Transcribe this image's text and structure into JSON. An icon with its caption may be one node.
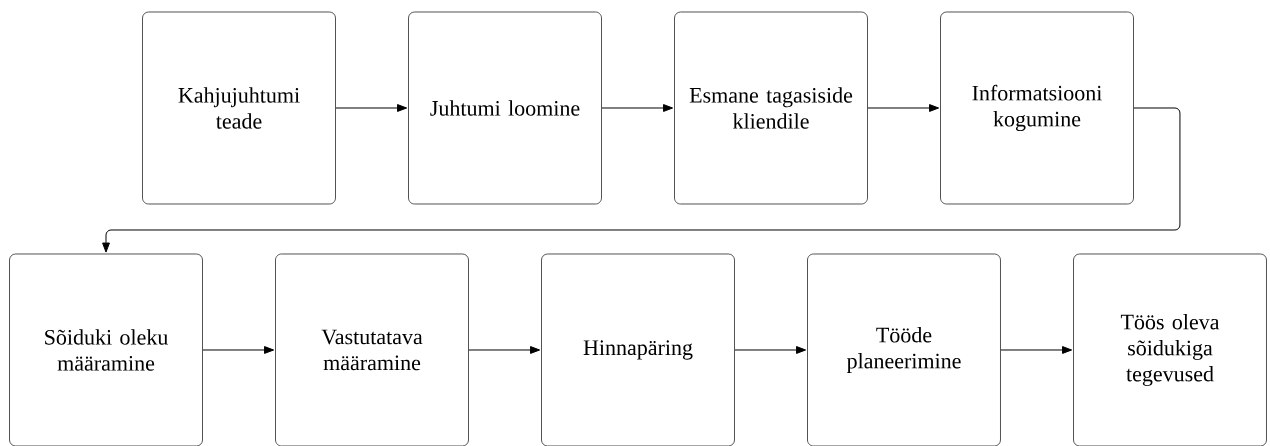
{
  "diagram": {
    "nodes": [
      {
        "text": [
          "Kahjujuhtumi teade"
        ]
      },
      {
        "text": [
          "Juhtumi loomine"
        ]
      },
      {
        "text": [
          "Esmane tagasiside kliendile"
        ]
      },
      {
        "text": [
          "Informatsiooni kogumine"
        ]
      },
      {
        "text": [
          "Sõiduki oleku määramine"
        ]
      },
      {
        "text": [
          "Vastutatava määramine"
        ]
      },
      {
        "text": [
          "Hinnapäring"
        ]
      },
      {
        "text": [
          "Tööde planeerimine"
        ]
      },
      {
        "text": [
          "Töös oleva sõidukiga tegevused"
        ]
      }
    ],
    "edges": [
      {
        "from": 0,
        "to": 1,
        "arrow": "to"
      },
      {
        "from": 1,
        "to": 2,
        "arrow": "to"
      },
      {
        "from": 2,
        "to": 3,
        "arrow": "to"
      },
      {
        "from": 3,
        "to": 4,
        "arrow": "to"
      },
      {
        "from": 4,
        "to": 5,
        "arrow": "to"
      },
      {
        "from": 5,
        "to": 6,
        "arrow": "to"
      },
      {
        "from": 6,
        "to": 7,
        "arrow": "to"
      },
      {
        "from": 7,
        "to": 8,
        "arrow": "to"
      }
    ]
  }
}
